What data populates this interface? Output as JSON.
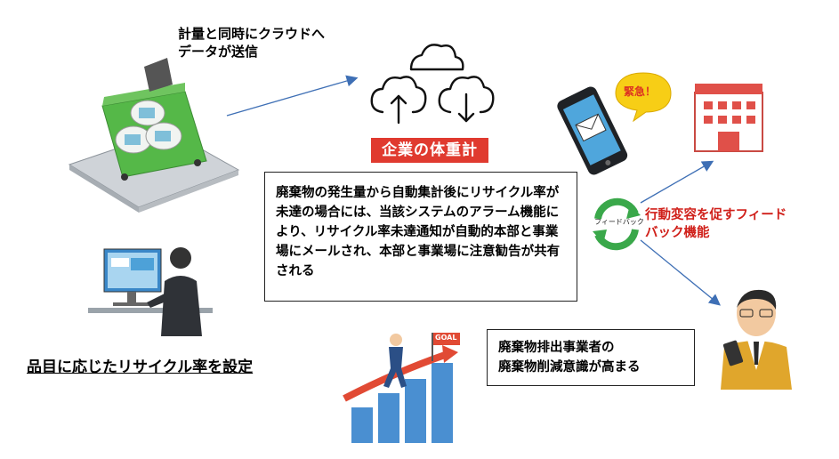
{
  "upload_caption": "計量と同時にクラウドへ\nデータが送信",
  "cloud_label": "企業の体重計",
  "alert_badge": "緊急！",
  "main_box_text": "廃棄物の発生量から自動集計後にリサイクル率が未達の場合には、当該システムのアラーム機能により、リサイクル率未達通知が自動的本部と事業場にメールされ、本部と事業場に注意勧告が共有される",
  "feedback_label": "行動変容を促すフィード\nバック機能",
  "feedback_cycle_label": "フィードバック",
  "setting_label": "品目に応じたリサイクル率を設定",
  "awareness_box_text": "廃棄物排出事業者の\n廃棄物削減意識が高まる",
  "goal_flag": "GOAL",
  "colors": {
    "accent_red": "#e03a2f",
    "feedback_red": "#d0201a",
    "arrow_blue": "#3e6fb5",
    "cycle_green": "#3aa84a",
    "bin_green": "#55b848"
  }
}
